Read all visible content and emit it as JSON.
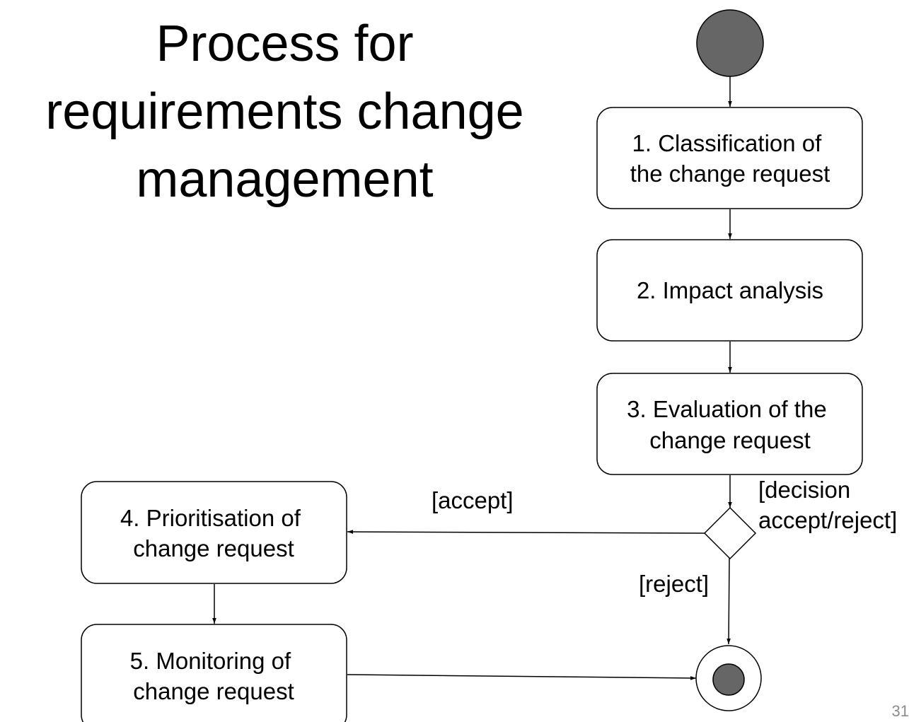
{
  "slide": {
    "title_lines": [
      "Process for",
      "requirements change",
      "management"
    ],
    "page_number": "31"
  },
  "diagram": {
    "colors": {
      "node_fill": "#ffffff",
      "node_stroke": "#000000",
      "start_fill": "#666666",
      "end_fill": "#666666"
    },
    "nodes": {
      "step1": {
        "lines": [
          "1. Classification of",
          "the change request"
        ]
      },
      "step2": {
        "lines": [
          "2. Impact analysis"
        ]
      },
      "step3": {
        "lines": [
          "3. Evaluation of the",
          "change request"
        ]
      },
      "step4": {
        "lines": [
          "4. Prioritisation of",
          "change request"
        ]
      },
      "step5": {
        "lines": [
          "5. Monitoring of",
          "change request"
        ]
      }
    },
    "decision": {
      "label_lines": [
        "[decision",
        "accept/reject]"
      ]
    },
    "edges": {
      "accept": "[accept]",
      "reject": "[reject]"
    }
  }
}
